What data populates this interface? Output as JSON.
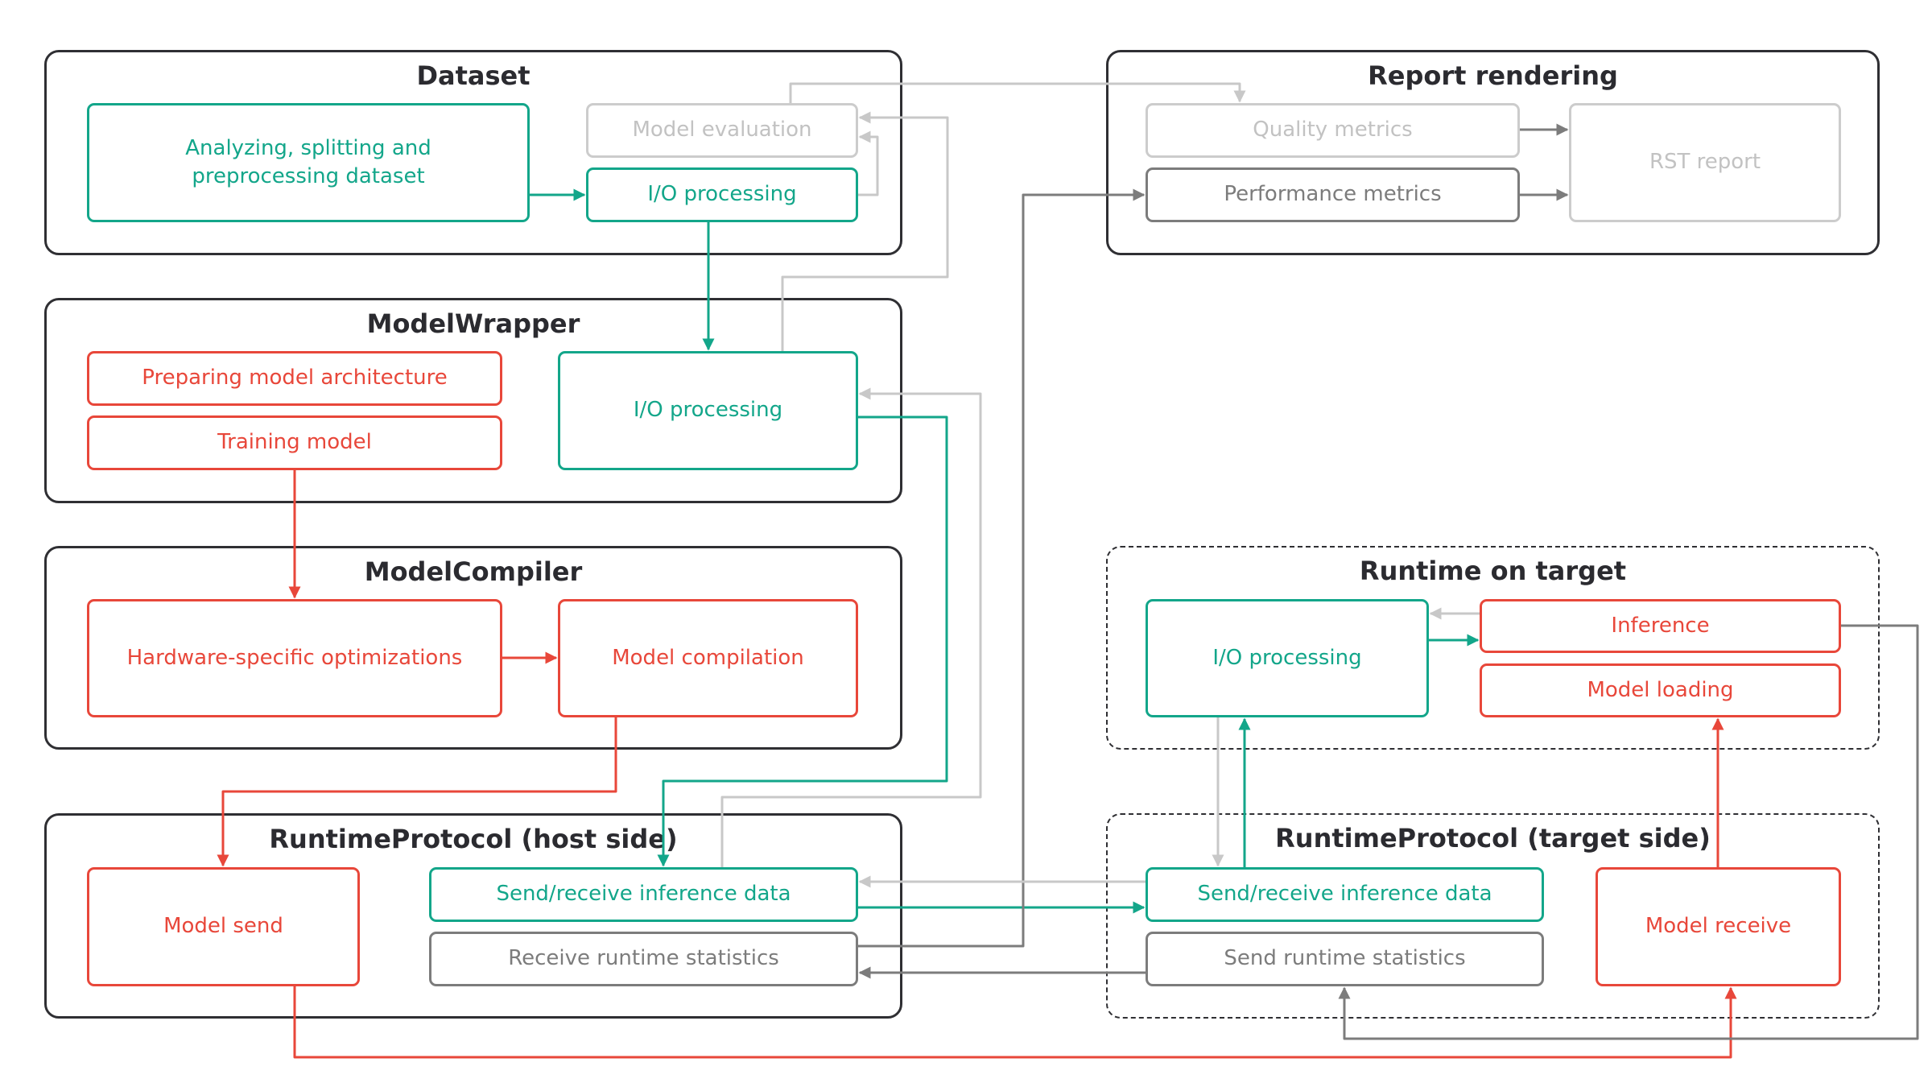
{
  "groups": {
    "dataset": "Dataset",
    "report": "Report rendering",
    "wrapper": "ModelWrapper",
    "compiler": "ModelCompiler",
    "runtime_target": "Runtime on target",
    "protocol_host": "RuntimeProtocol (host side)",
    "protocol_target": "RuntimeProtocol (target side)"
  },
  "nodes": {
    "analyzing": "Analyzing, splitting and\npreprocessing dataset",
    "model_evaluation": "Model evaluation",
    "io_dataset": "I/O processing",
    "quality_metrics": "Quality metrics",
    "performance_metrics": "Performance metrics",
    "rst_report": "RST report",
    "preparing_arch": "Preparing model architecture",
    "training_model": "Training model",
    "io_wrapper": "I/O processing",
    "hw_optimizations": "Hardware-specific optimizations",
    "model_compilation": "Model compilation",
    "io_target": "I/O processing",
    "inference": "Inference",
    "model_loading": "Model loading",
    "model_send": "Model send",
    "send_receive_host": "Send/receive inference data",
    "receive_stats": "Receive runtime statistics",
    "send_receive_target": "Send/receive inference data",
    "send_stats": "Send runtime statistics",
    "model_receive": "Model receive"
  },
  "colors": {
    "teal": "#13a68a",
    "red": "#e8473a",
    "gray": "#7c7c7c",
    "light_gray": "#c8c8c8",
    "border": "#2f2f33"
  }
}
